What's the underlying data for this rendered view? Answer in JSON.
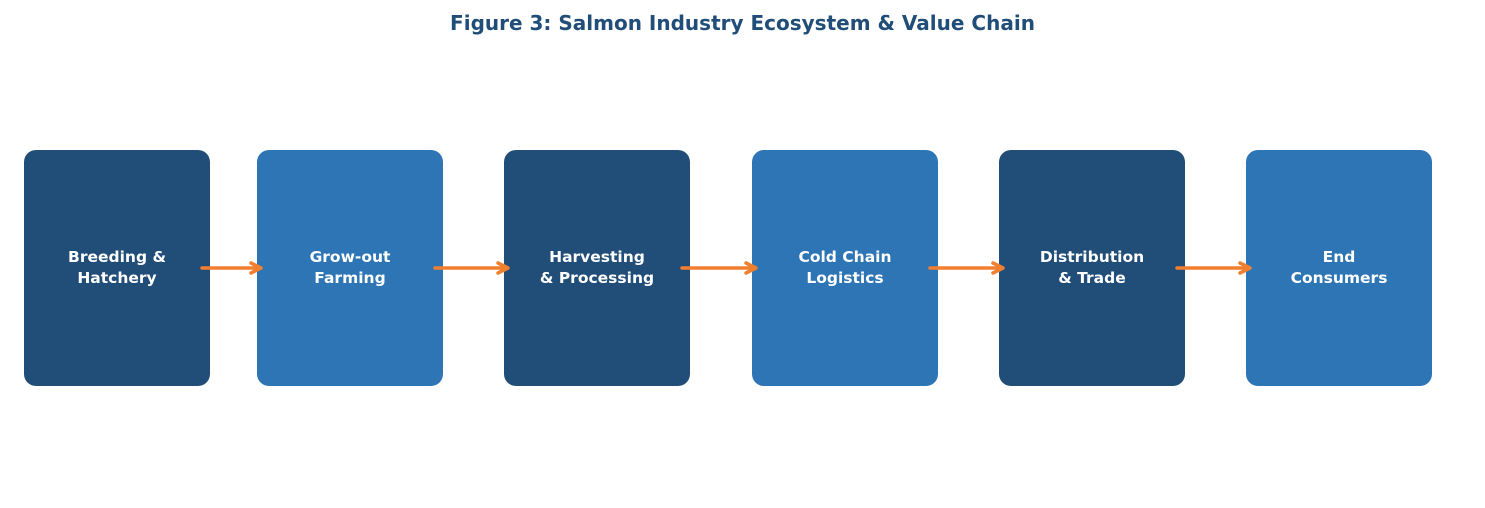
{
  "title": "Figure 3: Salmon Industry Ecosystem & Value Chain",
  "colors": {
    "title": "#214e78",
    "dark_node": "#214e78",
    "light_node": "#2e75b5",
    "arrow": "#f07f2f",
    "node_text": "#ffffff"
  },
  "nodes": [
    {
      "label": "Breeding &\nHatchery",
      "variant": "dark"
    },
    {
      "label": "Grow-out\nFarming",
      "variant": "light"
    },
    {
      "label": "Harvesting\n& Processing",
      "variant": "dark"
    },
    {
      "label": "Cold Chain\nLogistics",
      "variant": "light"
    },
    {
      "label": "Distribution\n& Trade",
      "variant": "dark"
    },
    {
      "label": "End\nConsumers",
      "variant": "light"
    }
  ],
  "edges": [
    {
      "from": 0,
      "to": 1
    },
    {
      "from": 1,
      "to": 2
    },
    {
      "from": 2,
      "to": 3
    },
    {
      "from": 3,
      "to": 4
    },
    {
      "from": 4,
      "to": 5
    }
  ]
}
